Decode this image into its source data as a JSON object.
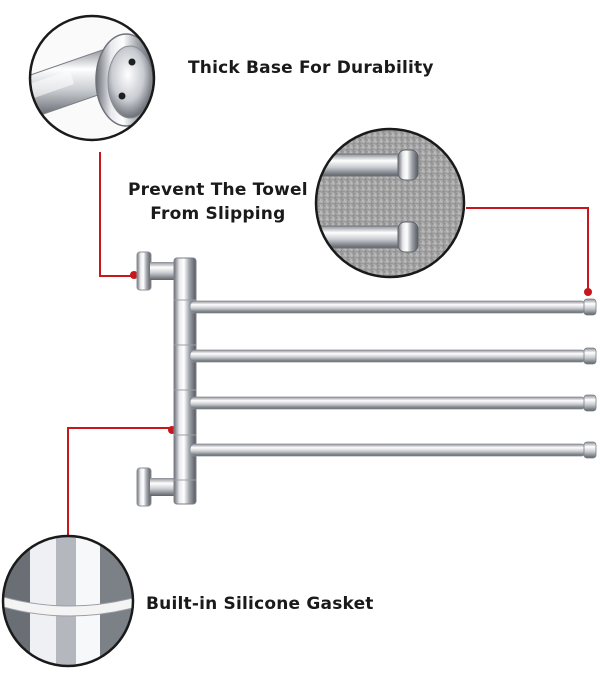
{
  "callouts": {
    "base": {
      "label": "Thick Base For Durability"
    },
    "slip": {
      "line1": "Prevent The Towel",
      "line2": "From Slipping"
    },
    "gasket": {
      "label": "Built-in Silicone Gasket"
    }
  },
  "colors": {
    "leader_line": "#c8161d",
    "chrome_light": "#f4f4f6",
    "chrome_mid": "#b9bcc2",
    "chrome_dark": "#5f636b",
    "granite": "#a9a9a9"
  },
  "product": {
    "arm_count": 4
  }
}
